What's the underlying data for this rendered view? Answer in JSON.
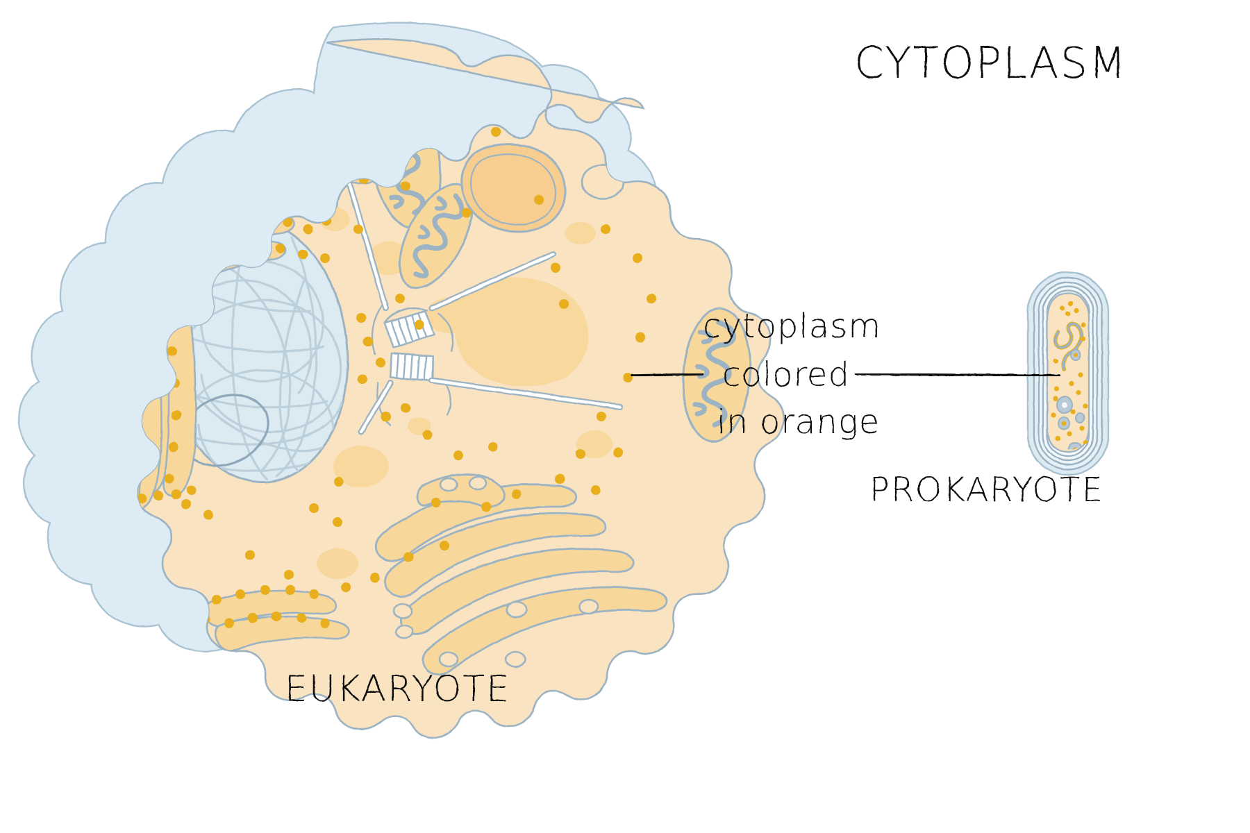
{
  "title": "CYTOPLASM",
  "labels": {
    "eukaryote": "EUKARYOTE",
    "prokaryote": "PROKARYOTE"
  },
  "annotation": {
    "line1": "cytoplasm",
    "line2": "colored",
    "line3": "in orange"
  },
  "colors": {
    "cytoplasm_orange": "#fae3c0",
    "organelle_fill": "#f8d79b",
    "organelle_fill_deep": "#f7ce8f",
    "outline_blue": "#9cb3c4",
    "membrane_blue": "#d8e8f0",
    "nucleus_blue": "#dceaf2",
    "ribosome_gold": "#e8ae1e",
    "ink": "#0d0d0d",
    "white": "#ffffff"
  },
  "structures": {
    "eukaryote": [
      "cell-membrane",
      "cytoplasm",
      "nucleus",
      "chromatin",
      "nucleolus",
      "rough-endoplasmic-reticulum",
      "ribosomes",
      "golgi-apparatus",
      "mitochondrion",
      "vesicle",
      "lysosome",
      "centriole",
      "microtubule",
      "vacuole"
    ],
    "prokaryote": [
      "cell-wall",
      "plasma-membrane",
      "cytoplasm",
      "nucleoid",
      "ribosomes",
      "plasmid",
      "granule"
    ]
  }
}
